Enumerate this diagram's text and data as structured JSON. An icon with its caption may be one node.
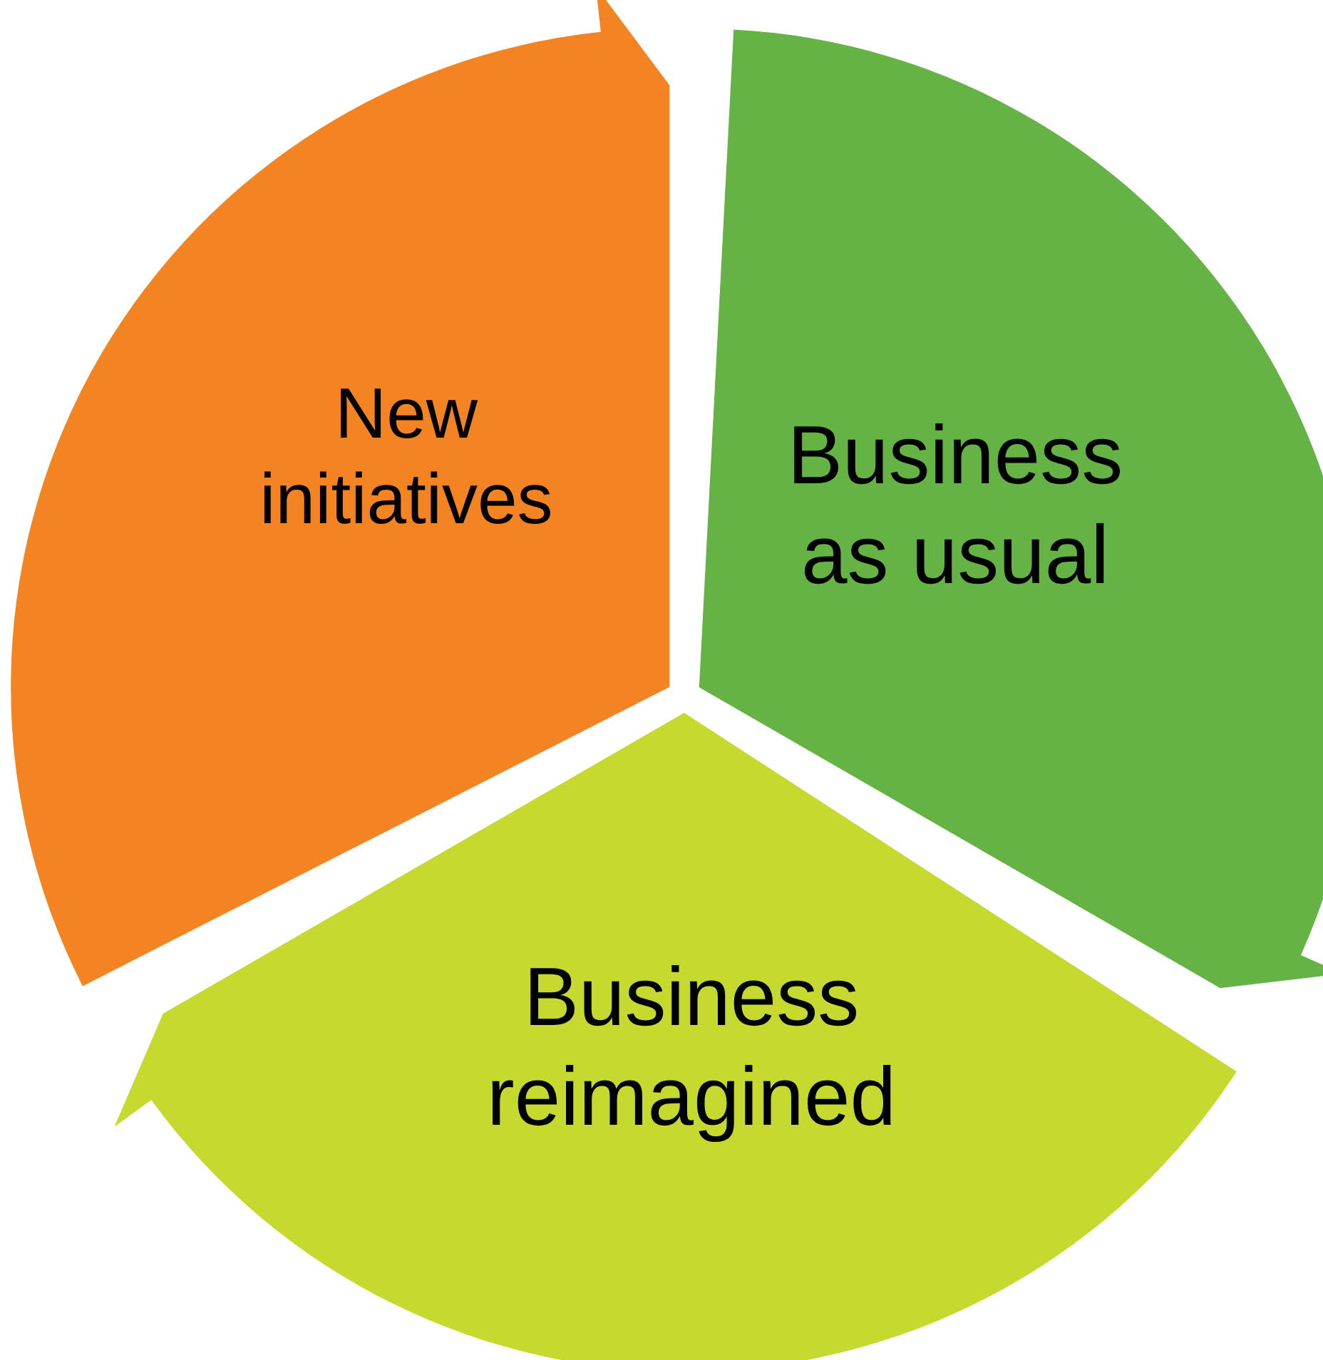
{
  "diagram": {
    "nodes": [
      {
        "text": [
          "New initiatives"
        ]
      },
      {
        "text": [
          "Business as usual"
        ]
      },
      {
        "text": [
          "Business reimagined"
        ]
      }
    ]
  }
}
